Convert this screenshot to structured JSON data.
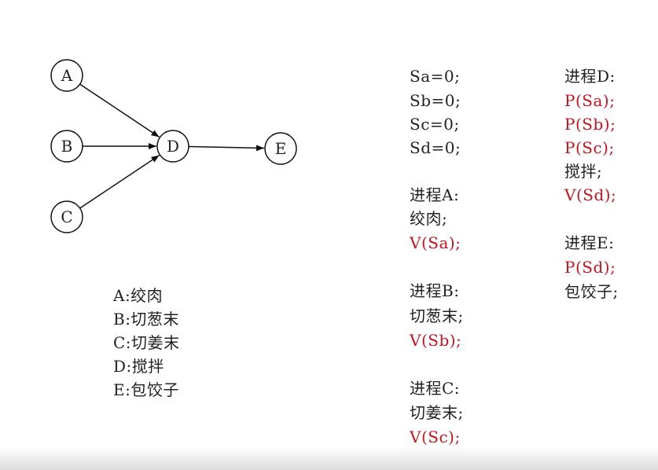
{
  "graph": {
    "nodes": [
      "A",
      "B",
      "C",
      "D",
      "E"
    ],
    "edges": [
      [
        "A",
        "D"
      ],
      [
        "B",
        "D"
      ],
      [
        "C",
        "D"
      ],
      [
        "D",
        "E"
      ]
    ]
  },
  "legend": [
    "A:绞肉",
    "B:切葱末",
    "C:切姜末",
    "D:搅拌",
    "E:包饺子"
  ],
  "code_left": [
    {
      "text": "Sa=0;",
      "red": false
    },
    {
      "text": "Sb=0;",
      "red": false
    },
    {
      "text": "Sc=0;",
      "red": false
    },
    {
      "text": "Sd=0;",
      "red": false
    },
    {
      "text": "进程A:",
      "red": false
    },
    {
      "text": "绞肉;",
      "red": false
    },
    {
      "text": "V(Sa);",
      "red": true
    },
    {
      "text": "进程B:",
      "red": false
    },
    {
      "text": "切葱末;",
      "red": false
    },
    {
      "text": "V(Sb);",
      "red": true
    },
    {
      "text": "进程C:",
      "red": false
    },
    {
      "text": "切姜末;",
      "red": false
    },
    {
      "text": "V(Sc);",
      "red": true
    }
  ],
  "code_right": [
    {
      "text": "进程D:",
      "red": false
    },
    {
      "text": "P(Sa);",
      "red": true
    },
    {
      "text": "P(Sb);",
      "red": true
    },
    {
      "text": "P(Sc);",
      "red": true
    },
    {
      "text": "搅拌;",
      "red": false
    },
    {
      "text": "V(Sd);",
      "red": true
    },
    {
      "text": "进程E:",
      "red": false
    },
    {
      "text": "P(Sd);",
      "red": true
    },
    {
      "text": "包饺子;",
      "red": false
    }
  ],
  "colors": {
    "red": "#c8141e",
    "text": "#222222"
  }
}
